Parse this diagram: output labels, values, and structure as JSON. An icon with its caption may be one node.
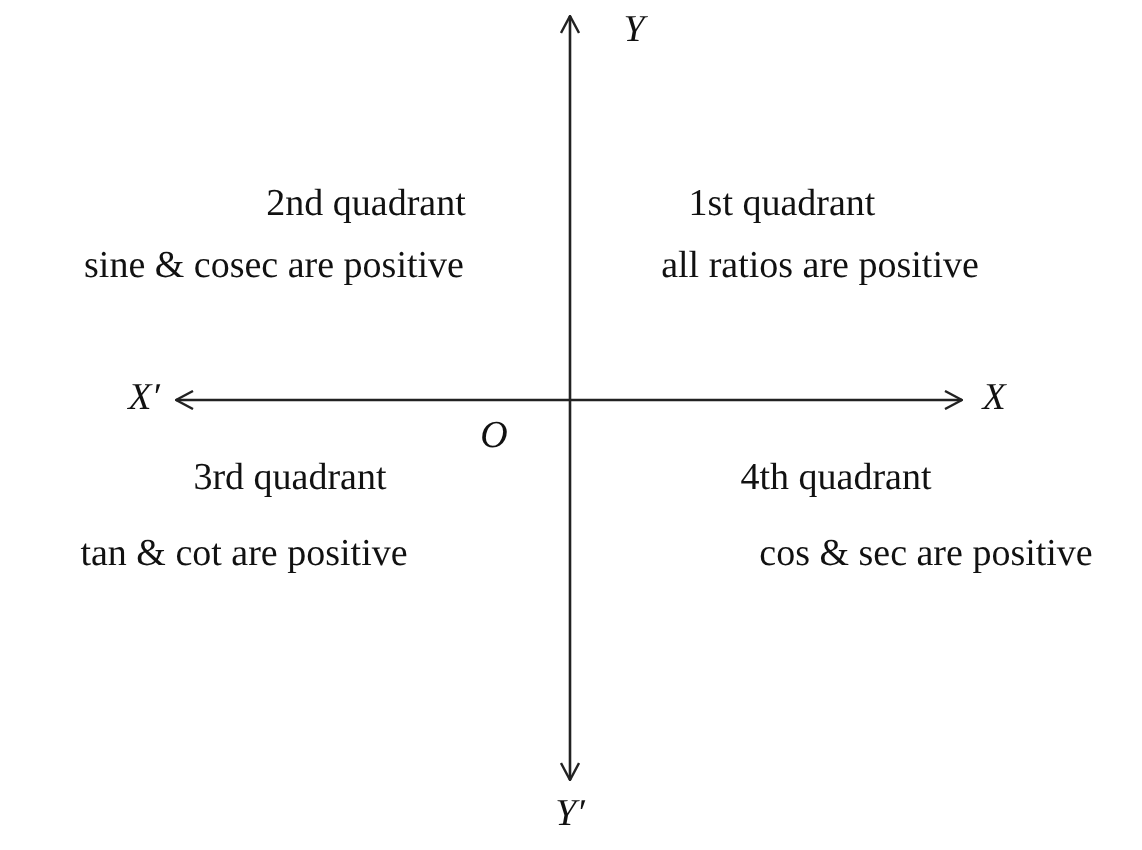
{
  "diagram": {
    "labels": [
      "Y",
      "2nd quadrant",
      "1st quadrant",
      "sine & cosec are positive",
      "all ratios are positive",
      "X′",
      "X",
      "O",
      "3rd quadrant",
      "4th quadrant",
      "tan & cot are positive",
      "cos & sec are positive",
      "Y′"
    ]
  }
}
